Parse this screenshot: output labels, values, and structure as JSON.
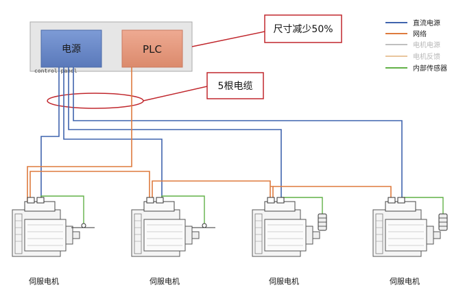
{
  "control_panel": {
    "label": "control panel",
    "power_box_label": "电源",
    "plc_box_label": "PLC"
  },
  "callouts": {
    "size_reduction": "尺寸减少50%",
    "cable_count": "5根电缆"
  },
  "legend": {
    "items": [
      {
        "label": "直流电源",
        "color": "#3f63ad"
      },
      {
        "label": "网络",
        "color": "#de7a3d"
      },
      {
        "label": "电机电源",
        "color": "#bfbfbf"
      },
      {
        "label": "电机反馈",
        "color": "#e9c59c"
      },
      {
        "label": "内部传感器",
        "color": "#61b046"
      }
    ]
  },
  "motors": [
    {
      "label": "伺服电机"
    },
    {
      "label": "伺服电机"
    },
    {
      "label": "伺服电机"
    },
    {
      "label": "伺服电机"
    }
  ],
  "colors": {
    "dc_power": "#3f63ad",
    "network": "#de7a3d",
    "sensor": "#61b046",
    "callout_red": "#c0262c",
    "panel_bg": "#e6e6e6",
    "power_box": "#6b8ccc",
    "plc_box": "#e39a80"
  }
}
